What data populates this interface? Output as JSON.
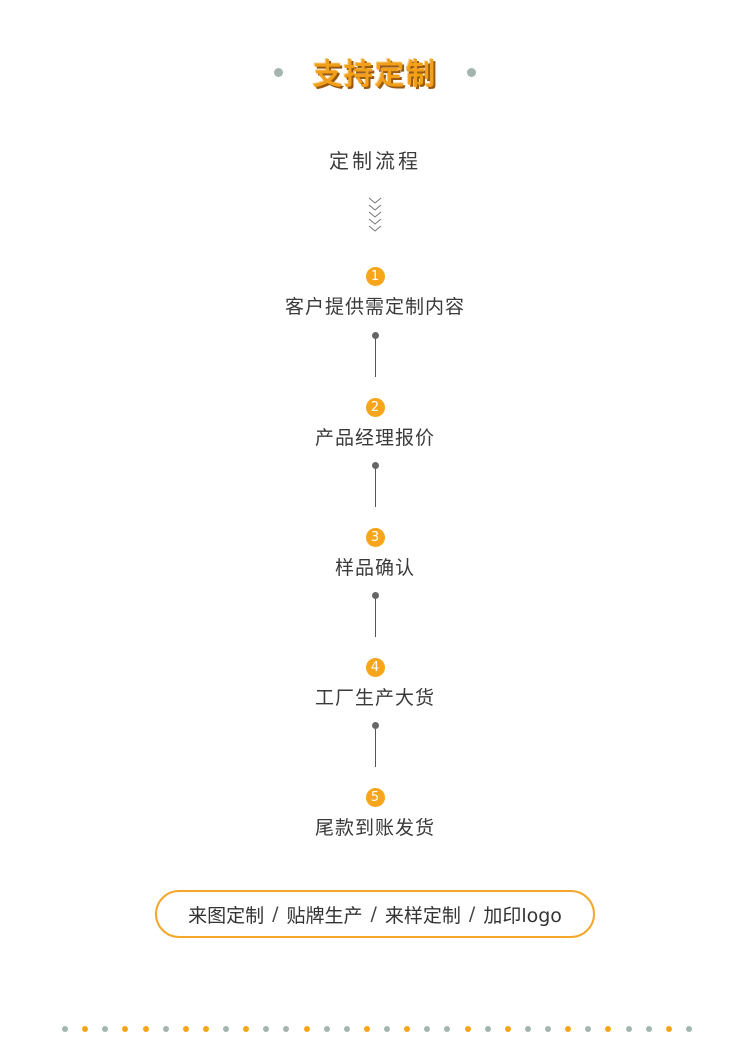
{
  "title": "支持定制",
  "subtitle": "定制流程",
  "steps": [
    {
      "number": "1",
      "label": "客户提供需定制内容"
    },
    {
      "number": "2",
      "label": "产品经理报价"
    },
    {
      "number": "3",
      "label": "样品确认"
    },
    {
      "number": "4",
      "label": "工厂生产大货"
    },
    {
      "number": "5",
      "label": "尾款到账发货"
    }
  ],
  "options": [
    "来图定制",
    "贴牌生产",
    "来样定制",
    "加印logo"
  ],
  "separator": "/",
  "colors": {
    "accent": "#f7a51a",
    "dot_gray": "#a3b5ad",
    "text": "#3a3a3a"
  },
  "footer_dot_colors": [
    "#a3b5ad",
    "#f7a51a",
    "#a3b5ad",
    "#f7a51a",
    "#f7a51a",
    "#a3b5ad",
    "#f7a51a",
    "#f7a51a",
    "#a3b5ad",
    "#f7a51a",
    "#a3b5ad",
    "#a3b5ad",
    "#f7a51a",
    "#a3b5ad",
    "#a3b5ad",
    "#f7a51a",
    "#a3b5ad",
    "#f7a51a",
    "#a3b5ad",
    "#a3b5ad",
    "#f7a51a",
    "#a3b5ad",
    "#f7a51a",
    "#a3b5ad",
    "#a3b5ad",
    "#f7a51a",
    "#a3b5ad",
    "#f7a51a",
    "#a3b5ad",
    "#a3b5ad",
    "#f7a51a",
    "#a3b5ad"
  ]
}
